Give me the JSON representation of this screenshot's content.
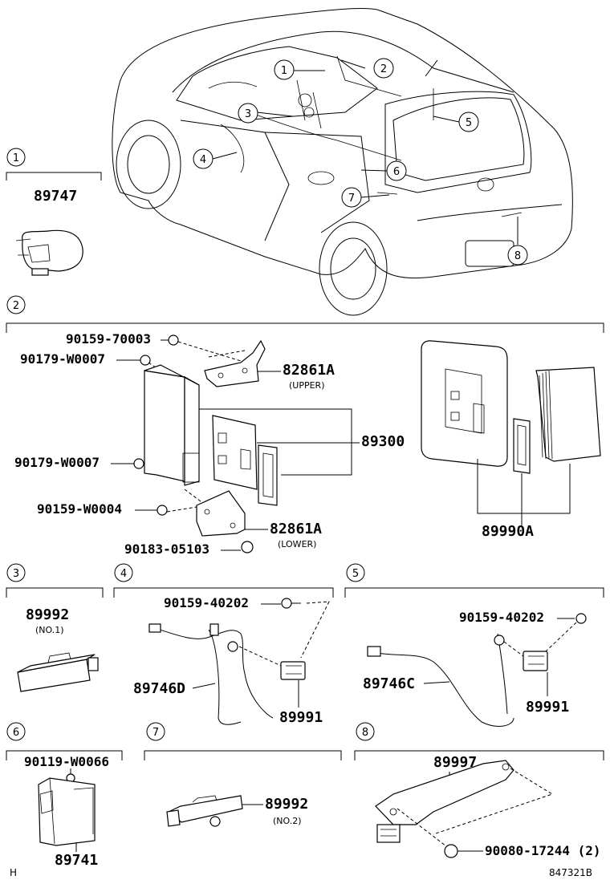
{
  "callouts": [
    "1",
    "2",
    "3",
    "4",
    "5",
    "6",
    "7",
    "8"
  ],
  "section1": {
    "callout": "1",
    "parts": [
      "89747"
    ]
  },
  "section2": {
    "callout": "2",
    "parts": {
      "bolt_a": "90159-70003",
      "screw_a": "90179-W0007",
      "bracket_upper": "82861A",
      "bracket_upper_sub": "(UPPER)",
      "screw_b": "90179-W0007",
      "ecu": "89300",
      "bolt_b": "90159-W0004",
      "bracket_lower": "82861A",
      "bracket_lower_sub": "(LOWER)",
      "nut": "90183-05103",
      "key_set": "89990A"
    }
  },
  "section3": {
    "callout": "3",
    "part": "89992",
    "sub": "(NO.1)"
  },
  "section4": {
    "callout": "4",
    "bolt": "90159-40202",
    "harness": "89746D",
    "sensor": "89991"
  },
  "section5": {
    "callout": "5",
    "bolt": "90159-40202",
    "harness": "89746C",
    "sensor": "89991"
  },
  "section6": {
    "callout": "6",
    "bolt": "90119-W0066",
    "part": "89741"
  },
  "section7": {
    "callout": "7",
    "part": "89992",
    "sub": "(NO.2)"
  },
  "section8": {
    "callout": "8",
    "part": "89997",
    "nut": "90080-17244 (2)"
  },
  "footer": {
    "left": "H",
    "right": "847321B"
  }
}
